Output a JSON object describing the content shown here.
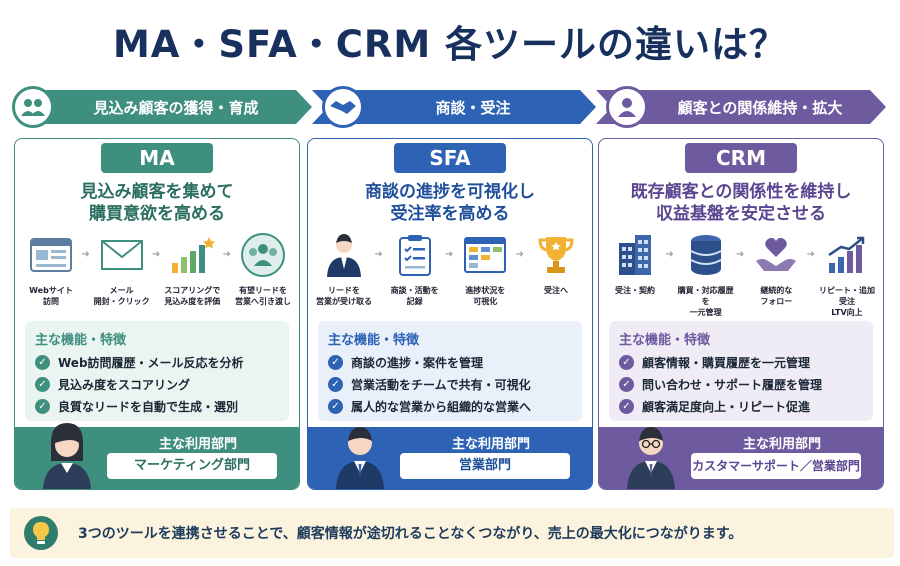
{
  "title": "MA・SFA・CRM 各ツールの違いは？",
  "ribbons": [
    {
      "label": "見込み顧客の獲得・育成",
      "icon": "people-icon",
      "color": "#3f8f7f"
    },
    {
      "label": "商談・受注",
      "icon": "handshake-icon",
      "color": "#2d62b5"
    },
    {
      "label": "顧客との関係維持・拡大",
      "icon": "person-icon",
      "color": "#6e5a9e"
    }
  ],
  "cards": [
    {
      "badge": "MA",
      "headline_1": "見込み顧客を集めて",
      "headline_2": "購買意欲を高める",
      "steps": [
        {
          "cap1": "Webサイト",
          "cap2": "訪問",
          "icon": "webpage-icon"
        },
        {
          "cap1": "メール",
          "cap2": "開封・クリック",
          "icon": "mail-icon"
        },
        {
          "cap1": "スコアリングで",
          "cap2": "見込み度を評価",
          "icon": "bar-chart-star-icon"
        },
        {
          "cap1": "有望リードを",
          "cap2": "営業へ引き渡し",
          "icon": "group-icon"
        }
      ],
      "features_title": "主な機能・特徴",
      "features": [
        "Web訪問履歴・メール反応を分析",
        "見込み度をスコアリング",
        "良質なリードを自動で生成・選別"
      ],
      "dept_title": "主な利用部門",
      "dept": "マーケティング部門",
      "color": "#3f8f7f",
      "light": "#eaf4f1"
    },
    {
      "badge": "SFA",
      "headline_1": "商談の進捗を可視化し",
      "headline_2": "受注率を高める",
      "steps": [
        {
          "cap1": "リードを",
          "cap2": "営業が受け取る",
          "icon": "salesperson-icon"
        },
        {
          "cap1": "商談・活動を",
          "cap2": "記録",
          "icon": "clipboard-icon"
        },
        {
          "cap1": "進捗状況を",
          "cap2": "可視化",
          "icon": "kanban-icon"
        },
        {
          "cap1": "受注へ",
          "cap2": "",
          "icon": "trophy-icon"
        }
      ],
      "features_title": "主な機能・特徴",
      "features": [
        "商談の進捗・案件を管理",
        "営業活動をチームで共有・可視化",
        "属人的な営業から組織的な営業へ"
      ],
      "dept_title": "主な利用部門",
      "dept": "営業部門",
      "color": "#2d62b5",
      "light": "#e9f0fa"
    },
    {
      "badge": "CRM",
      "headline_1": "既存顧客との関係性を維持し",
      "headline_2": "収益基盤を安定させる",
      "steps": [
        {
          "cap1": "受注・契約",
          "cap2": "",
          "icon": "buildings-icon"
        },
        {
          "cap1": "購買・対応履歴を",
          "cap2": "一元管理",
          "icon": "database-icon"
        },
        {
          "cap1": "継続的な",
          "cap2": "フォロー",
          "icon": "heart-hand-icon"
        },
        {
          "cap1": "リピート・追加受注",
          "cap2": "LTV向上",
          "icon": "growth-chart-icon"
        }
      ],
      "features_title": "主な機能・特徴",
      "features": [
        "顧客情報・購買履歴を一元管理",
        "問い合わせ・サポート履歴を管理",
        "顧客満足度向上・リピート促進"
      ],
      "dept_title": "主な利用部門",
      "dept": "カスタマーサポート／営業部門",
      "color": "#6e5a9e",
      "light": "#efecf6"
    }
  ],
  "footer": "3つのツールを連携させることで、顧客情報が途切れることなくつながり、売上の最大化につながります。"
}
